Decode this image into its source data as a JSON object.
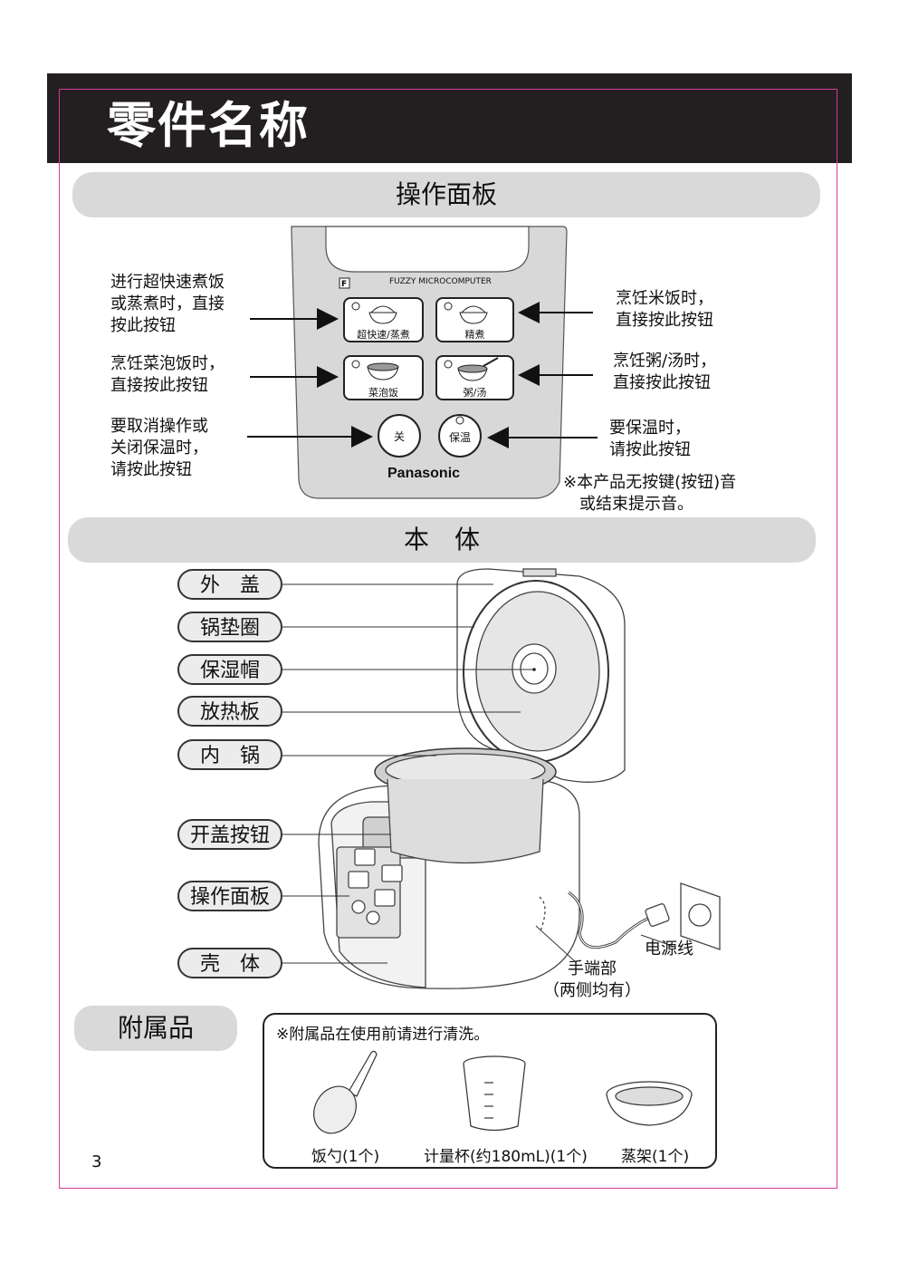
{
  "page_title": "零件名称",
  "sections": {
    "panel": "操作面板",
    "body": "本　体",
    "accessories": "附属品"
  },
  "panel": {
    "brand_line": "FUZZY   MICROCOMPUTER",
    "brand": "Panasonic",
    "btn_quick": "超快速/蒸煮",
    "btn_fine": "精煮",
    "btn_veg": "菜泡饭",
    "btn_porridge": "粥/汤",
    "btn_off": "关",
    "btn_keep": "保温"
  },
  "callouts": {
    "left_1": "进行超快速煮饭\n或蒸煮时，直接\n按此按钮",
    "left_2": "烹饪菜泡饭时，\n直接按此按钮",
    "left_3": "要取消操作或\n关闭保温时，\n请按此按钮",
    "right_1": "烹饪米饭时，\n直接按此按钮",
    "right_2": "烹饪粥/汤时，\n直接按此按钮",
    "right_3": "要保温时，\n请按此按钮",
    "sound_note": "※本产品无按键(按钮)音\n　或结束提示音。"
  },
  "parts": [
    "外　盖",
    "锅垫圈",
    "保湿帽",
    "放热板",
    "内　锅",
    "开盖按钮",
    "操作面板",
    "壳　体"
  ],
  "power_cord": "电源线",
  "handle": "手端部\n（两侧均有）",
  "accessories": {
    "note": "※附属品在使用前请进行清洗。",
    "items": [
      "饭勺(1个)",
      "计量杯(约180mL)(1个)",
      "蒸架(1个)"
    ]
  },
  "page_number": "3",
  "colors": {
    "frame": "#d23c9c",
    "title_bar": "#231f20",
    "section_bar": "#d9d9d9"
  }
}
